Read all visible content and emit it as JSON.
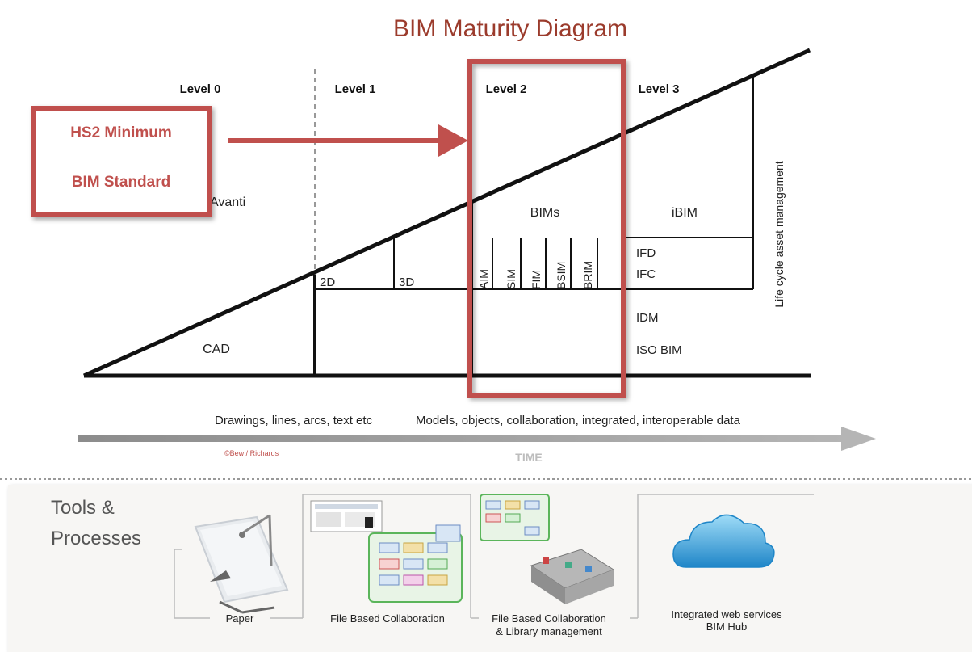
{
  "title": "BIM Maturity Diagram",
  "levels": [
    "Level 0",
    "Level 1",
    "Level 2",
    "Level 3"
  ],
  "callout": {
    "line1": "HS2 Minimum",
    "line2": "BIM Standard"
  },
  "labels": {
    "avanti": "Avanti",
    "cad": "CAD",
    "d2": "2D",
    "d3": "3D",
    "bims": "BIMs",
    "ibim": "iBIM",
    "ifd": "IFD",
    "ifc": "IFC",
    "idm": "IDM",
    "iso_bim": "ISO BIM",
    "lifecycle": "Life cycle asset management"
  },
  "bim_columns": [
    "AIM",
    "SIM",
    "FIM",
    "BSIM",
    "BRIM"
  ],
  "descriptions": {
    "left": "Drawings, lines, arcs, text etc",
    "right": "Models, objects, collaboration, integrated, interoperable data"
  },
  "copyright": "©Bew / Richards",
  "time_label": "TIME",
  "tools": {
    "heading_line1": "Tools &",
    "heading_line2": "Processes",
    "paper": "Paper",
    "file_based": "File Based Collaboration",
    "file_lib_line1": "File Based Collaboration",
    "file_lib_line2": "& Library management",
    "web_line1": "Integrated web services",
    "web_line2": "BIM Hub"
  },
  "colors": {
    "title": "#9b3b2c",
    "highlight": "#c0504d",
    "line": "#111111",
    "arrow": "#a6a6a6",
    "copyright": "#c0504d",
    "panel_bg": "#f7f6f4",
    "cloud": "#3aa6de"
  }
}
